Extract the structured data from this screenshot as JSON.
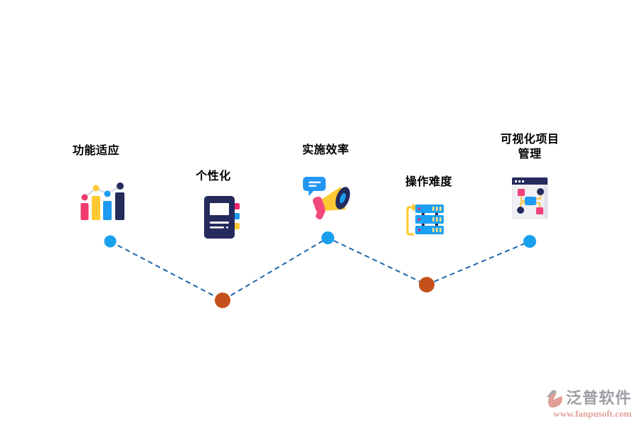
{
  "diagram": {
    "type": "milestone-zigzag",
    "milestones": [
      {
        "label": "功能适应",
        "icon": "bar-chart-icon",
        "node_color": "#18a0ef"
      },
      {
        "label": "个性化",
        "icon": "notebook-icon",
        "node_color": "#c4511b"
      },
      {
        "label": "实施效率",
        "icon": "megaphone-icon",
        "node_color": "#18a0ef"
      },
      {
        "label": "操作难度",
        "icon": "server-stack-icon",
        "node_color": "#c4511b"
      },
      {
        "label": "可视化项目\n管理",
        "icon": "flowchart-window-icon",
        "node_color": "#18a0ef"
      }
    ],
    "connector_color": "#1f66ae",
    "node_colors": {
      "blue": "#18a0ef",
      "orange": "#c4511b"
    }
  },
  "watermark": {
    "brand": "泛普软件",
    "url": "www.fanpusoft.com"
  }
}
